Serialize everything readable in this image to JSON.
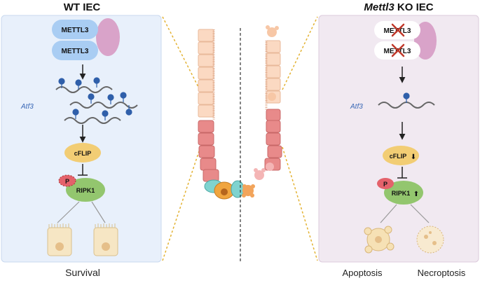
{
  "left_panel": {
    "title": "WT IEC",
    "protein1": "METTL3",
    "protein2": "METTL3",
    "gene": "Atf3",
    "cflip": "cFLIP",
    "phospho": "P",
    "ripk1": "RIPK1",
    "outcome": "Survival"
  },
  "right_panel": {
    "title_gene": "Mettl3",
    "title_rest": " KO IEC",
    "protein1": "METTL3",
    "protein2": "METTL3",
    "gene": "Atf3",
    "cflip": "cFLIP",
    "cflip_arrow": "⬇",
    "phospho": "P",
    "ripk1": "RIPK1",
    "ripk1_arrow": "⬆",
    "outcome1": "Apoptosis",
    "outcome2": "Necroptosis"
  },
  "colors": {
    "left_bg": "#e8f0fb",
    "right_bg": "#f1e9f1",
    "mettl3_blue": "#a9cdf3",
    "partner_pink": "#d9a3c9",
    "cflip_yellow": "#f2cd74",
    "ripk1_green": "#93c66e",
    "phospho_red": "#e4626b",
    "m6a_blue": "#2f5faa",
    "gene_label_blue": "#3a68b6",
    "dotted_gold": "#e3b232"
  }
}
